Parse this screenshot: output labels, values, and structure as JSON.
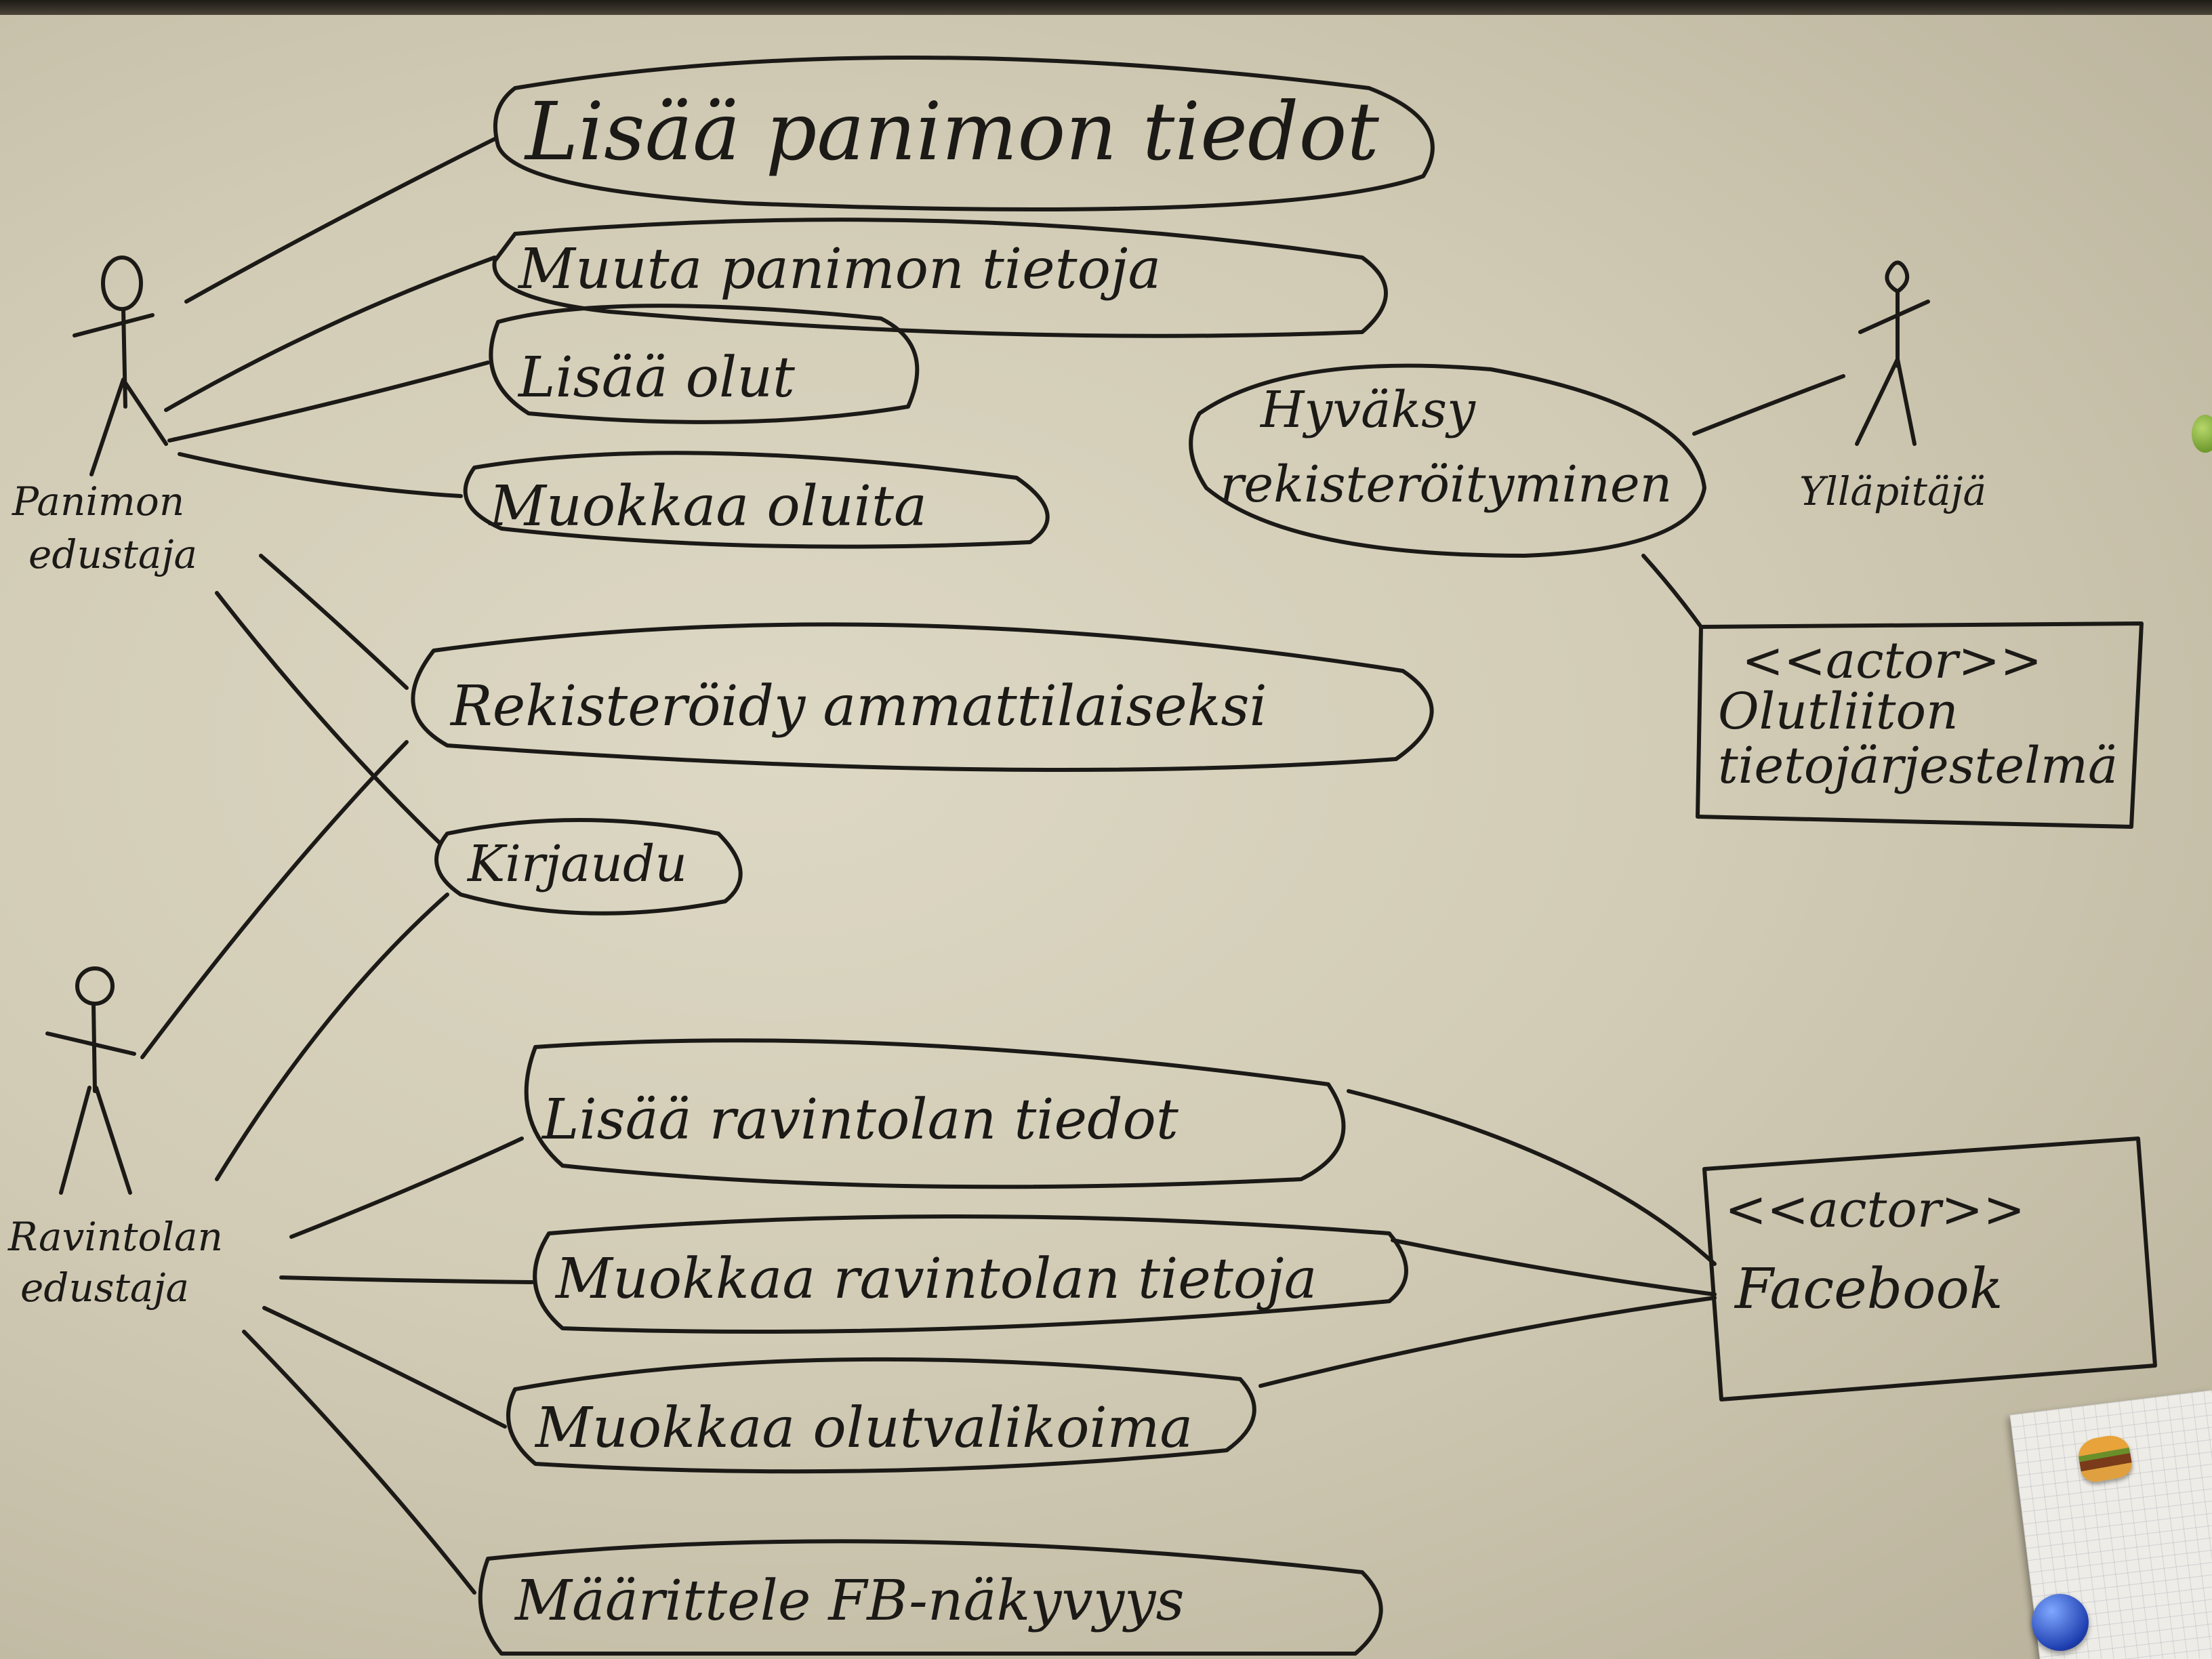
{
  "actors": {
    "brewery": "Panimon\nedustaja",
    "restaurant": "Ravintolan\nedustaja",
    "admin": "Ylläpitäjä"
  },
  "use_cases": {
    "add_brewery_info": "Lisää panimon tiedot",
    "change_brewery_info": "Muuta panimon tietoja",
    "add_beer": "Lisää olut",
    "edit_beers": "Muokkaa oluita",
    "register_professional": "Rekisteröidy ammattilaiseksi",
    "login": "Kirjaudu",
    "approve_registration": "Hyväksy\nrekisteröityminen",
    "add_restaurant_info": "Lisää ravintolan tiedot",
    "edit_restaurant_info": "Muokkaa ravintolan tietoja",
    "edit_beer_selection": "Muokkaa olutvalikoima",
    "define_fb_visibility": "Määrittele FB-näkyvyys"
  },
  "external_actors": {
    "beer_union": {
      "stereotype": "<<actor>>",
      "name": "Olutliiton\ntietojärjestelmä"
    },
    "facebook": {
      "stereotype": "<<actor>>",
      "name": "Facebook"
    }
  }
}
